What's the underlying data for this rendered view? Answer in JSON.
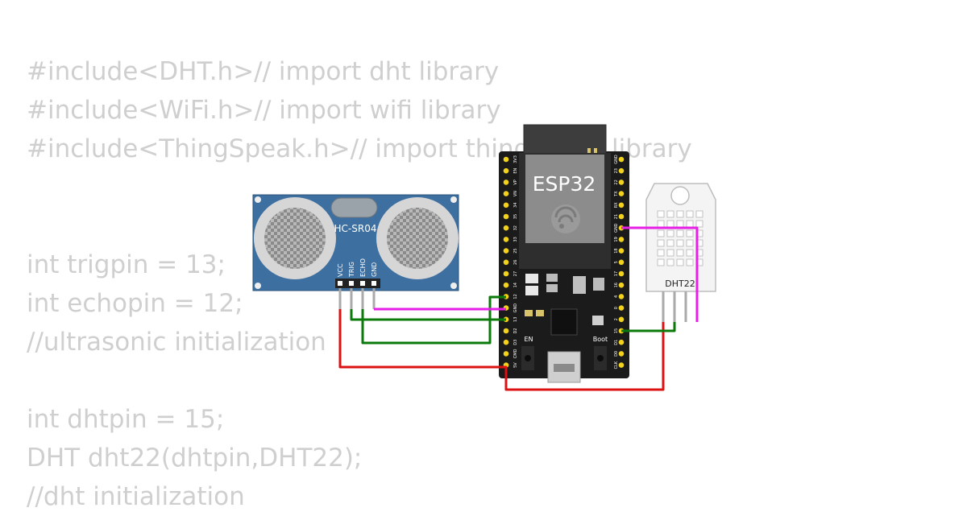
{
  "code": {
    "block1": [
      "#include<DHT.h>// import dht library",
      "#include<WiFi.h>// import wifi library",
      "#include<ThingSpeak.h>// import thingspeak library"
    ],
    "block2": [
      "int trigpin = 13;",
      "int echopin = 12;",
      "//ultrasonic initialization",
      "",
      "int dhtpin = 15;",
      "DHT dht22(dhtpin,DHT22);",
      "//dht initialization"
    ]
  },
  "hcsr04": {
    "label": "HC-SR04",
    "pins": [
      "VCC",
      "TRIG",
      "ECHO",
      "GND"
    ]
  },
  "esp32": {
    "label": "ESP32",
    "left_pins": [
      "3V3",
      "EN",
      "VP",
      "VN",
      "34",
      "35",
      "32",
      "33",
      "25",
      "26",
      "27",
      "14",
      "12",
      "GND",
      "13",
      "D2",
      "D3",
      "CMD",
      "5V"
    ],
    "right_pins": [
      "GND",
      "23",
      "22",
      "TX",
      "RX",
      "21",
      "GND",
      "19",
      "18",
      "5",
      "17",
      "16",
      "4",
      "0",
      "2",
      "15",
      "D1",
      "D0",
      "CLK"
    ],
    "en_label": "EN",
    "boot_label": "Boot"
  },
  "dht22": {
    "label": "DHT22"
  },
  "colors": {
    "wire_red": "#dd1111",
    "wire_green": "#0a7a0a",
    "wire_magenta": "#e61ee6",
    "code_text": "#cfcfcf",
    "sonar_board": "#3d6fa0",
    "esp_board": "#1b1b1b"
  }
}
